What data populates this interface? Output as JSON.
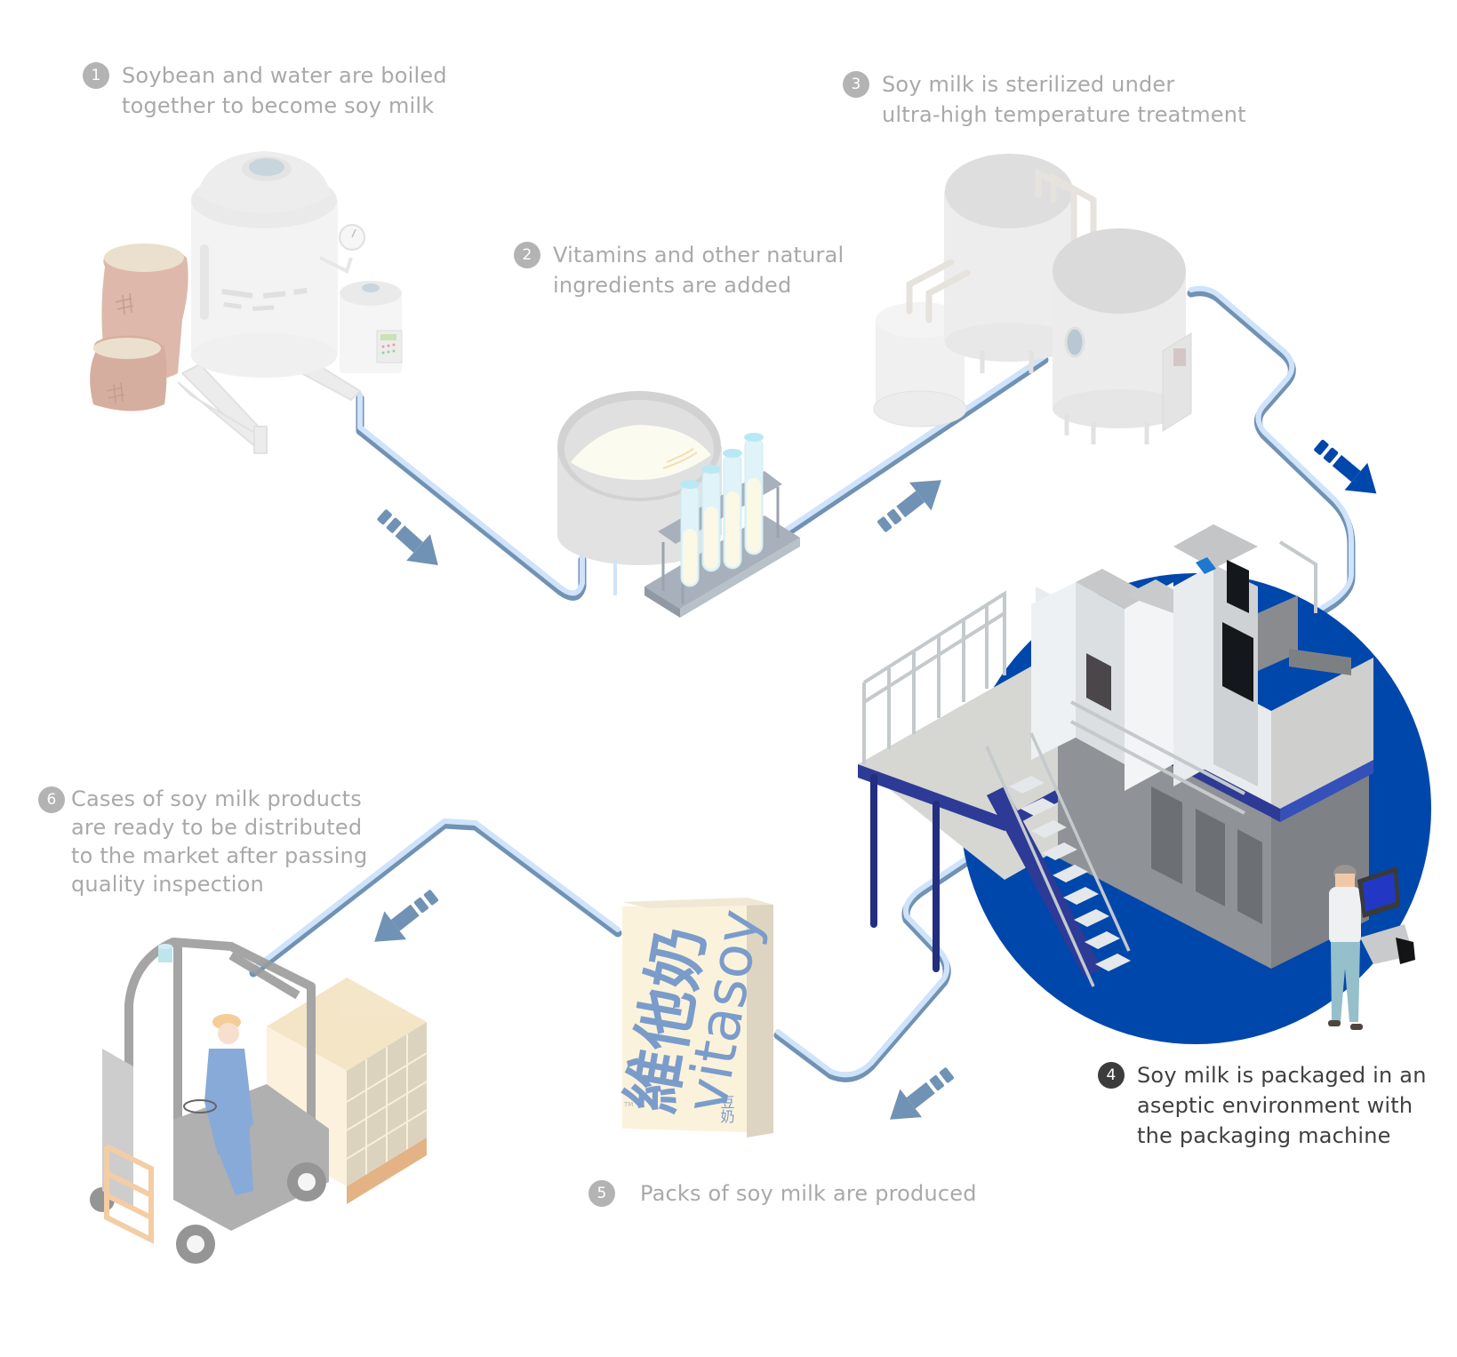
{
  "title": "Soy milk production process",
  "steps": [
    {
      "number": "1",
      "text": "Soybean and water are boiled\ntogether to become soy milk",
      "active": false
    },
    {
      "number": "2",
      "text": "Vitamins and other natural\ningredients are added",
      "active": false
    },
    {
      "number": "3",
      "text": "Soy milk is sterilized under\nultra-high temperature treatment",
      "active": false
    },
    {
      "number": "4",
      "text": "Soy milk is packaged in an\naseptic environment with\nthe packaging machine",
      "active": true
    },
    {
      "number": "5",
      "text": "Packs of soy milk are produced",
      "active": false
    },
    {
      "number": "6",
      "text": "Cases of soy milk products\nare ready to be distributed\nto the market after passing\nquality inspection",
      "active": false
    }
  ],
  "carton": {
    "brand_cn": "維他奶",
    "brand_en": "vitasoy",
    "product_cn": "豆奶",
    "trademark": "TM"
  },
  "colors": {
    "highlight_blue": "#0047ab",
    "pipe_light": "#cfe3fb",
    "pipe_dark": "#7092b4",
    "arrow_faded": "#7092b4",
    "arrow_active": "#0047ab",
    "text_faded": "#a9a9a9",
    "text_active": "#3f3f3f"
  }
}
